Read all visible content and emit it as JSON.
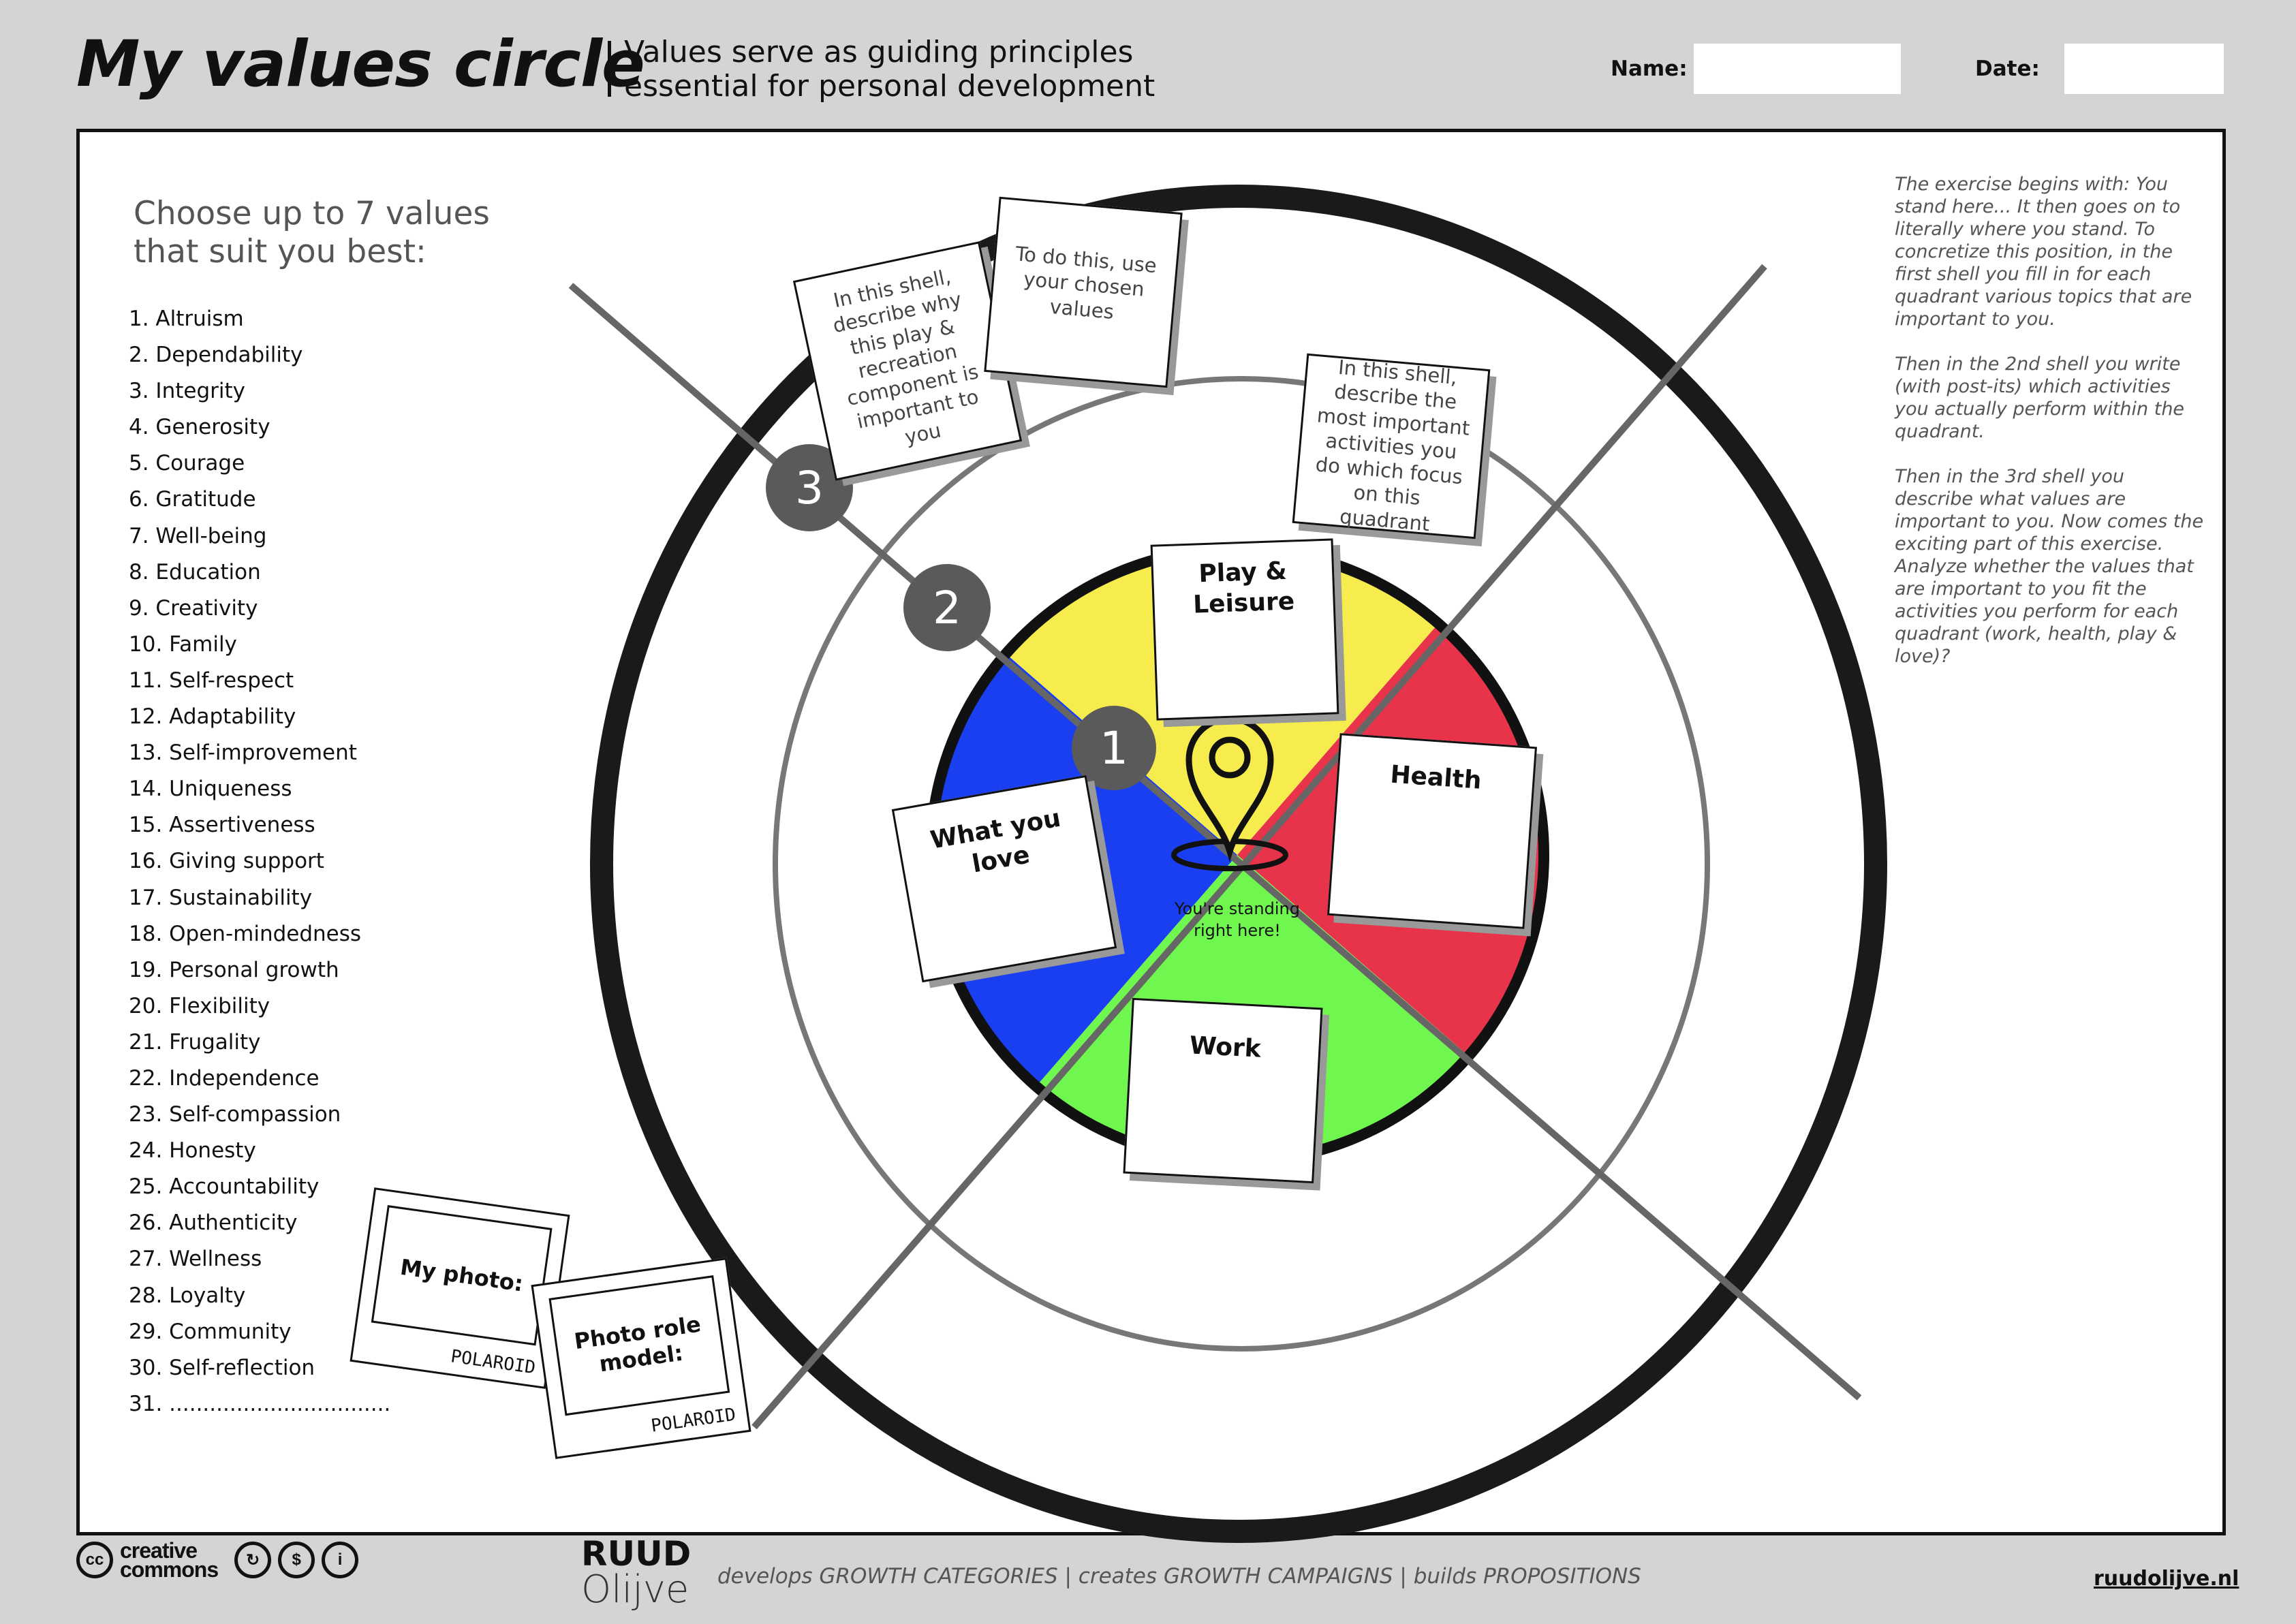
{
  "header": {
    "title": "My values circle",
    "subtitle_line1": "Values serve as guiding principles",
    "subtitle_line2": "essential for personal development",
    "name_label": "Name:",
    "name_value": "",
    "date_label": "Date:",
    "date_value": ""
  },
  "values_panel": {
    "heading_line1": "Choose up to 7 values",
    "heading_line2": "that suit you best:",
    "items": [
      "1. Altruism",
      "2. Dependability",
      "3. Integrity",
      "4. Generosity",
      "5. Courage",
      "6. Gratitude",
      "7. Well-being",
      "8. Education",
      "9. Creativity",
      "10. Family",
      "11. Self-respect",
      "12. Adaptability",
      "13. Self-improvement",
      "14. Uniqueness",
      "15. Assertiveness",
      "16. Giving support",
      "17. Sustainability",
      "18. Open-mindedness",
      "19. Personal  growth",
      "20. Flexibility",
      "21. Frugality",
      "22. Independence",
      "23. Self-compassion",
      "24. Honesty",
      "25. Accountability",
      "26. Authenticity",
      "27. Wellness",
      "28. Loyalty",
      "29. Community",
      "30. Self-reflection",
      "31. ................................."
    ]
  },
  "explanation": {
    "p1": "The exercise begins with: You stand here... It then goes on to literally where you stand. To concretize this position, in the first shell you fill in for each quadrant various topics that are important to you.",
    "p2": "Then in the 2nd shell you write (with post-its) which activities you actually perform within the quadrant.",
    "p3": "Then in the 3rd shell you describe what values are important to you. Now comes the exciting part of this exercise. Analyze whether the values that are important to you fit the activities you perform for each quadrant (work, health, play & love)?"
  },
  "circle": {
    "shells": [
      "1",
      "2",
      "3"
    ],
    "quadrants": [
      {
        "label": "Play & Leisure",
        "color": "#f7ec4e"
      },
      {
        "label": "Health",
        "color": "#e8344a"
      },
      {
        "label": "Work",
        "color": "#6ff74f"
      },
      {
        "label": "What you love",
        "color": "#1a3ff0"
      }
    ],
    "center_text": "You're standing right here!",
    "notes": {
      "shell3": "In this shell, describe why this play & recreation component is important to you",
      "values_hint": "To do this, use your chosen values",
      "shell2": "In this shell, describe the most important activities you do which focus on this quadrant"
    }
  },
  "polaroids": [
    {
      "caption": "My photo:",
      "brand": "POLAROID"
    },
    {
      "caption": "Photo role model:",
      "brand": "POLAROID"
    }
  ],
  "footer": {
    "cc_line1": "creative",
    "cc_line2": "commons",
    "cc_badge": "cc",
    "brand_line1": "RUUD",
    "brand_line2": "Olijve",
    "tagline": "develops GROWTH CATEGORIES | creates GROWTH CAMPAIGNS | builds PROPOSITIONS",
    "website": "ruudolijve.nl"
  }
}
